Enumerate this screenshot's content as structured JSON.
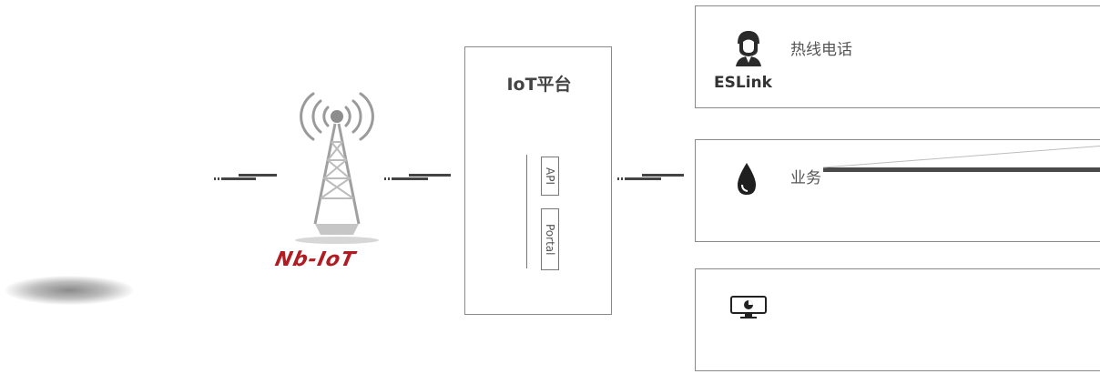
{
  "tower": {
    "logo_text": "Nb-IoT"
  },
  "platform": {
    "title": "IoT平台",
    "tags": [
      "API",
      "Portal"
    ]
  },
  "services": {
    "hotline": {
      "label": "热线电话",
      "brand": "ESLink",
      "icon": "customer-service-agent-icon"
    },
    "business": {
      "label": "业务",
      "icon": "water-drop-icon"
    },
    "monitor": {
      "icon": "monitor-chart-icon"
    }
  },
  "colors": {
    "accent_red": "#b01c22",
    "border": "#8a8a8a",
    "dark": "#333333"
  }
}
